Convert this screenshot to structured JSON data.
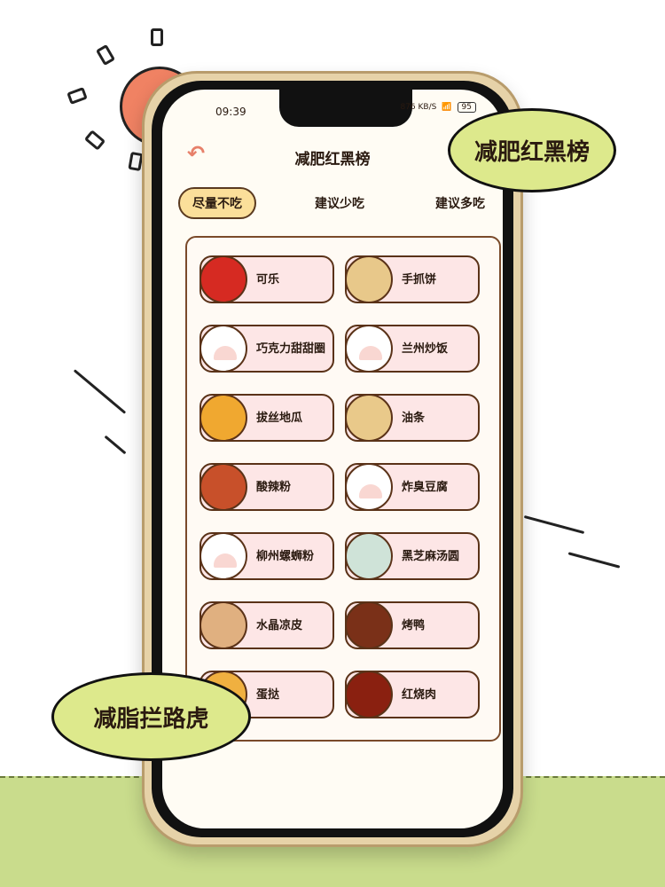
{
  "status_bar": {
    "time": "09:39",
    "network_speed": "876 KB/S",
    "battery": "95"
  },
  "header": {
    "back_icon": "undo-arrow",
    "title": "减肥红黑榜"
  },
  "tabs": [
    {
      "label": "尽量不吃",
      "active": true
    },
    {
      "label": "建议少吃",
      "active": false
    },
    {
      "label": "建议多吃",
      "active": false
    }
  ],
  "foods": [
    {
      "name": "可乐",
      "thumb": "#d62a22"
    },
    {
      "name": "手抓饼",
      "thumb": "#e8c88a"
    },
    {
      "name": "巧克力甜甜圈",
      "thumb": ""
    },
    {
      "name": "兰州炒饭",
      "thumb": ""
    },
    {
      "name": "拔丝地瓜",
      "thumb": "#f0a830"
    },
    {
      "name": "油条",
      "thumb": "#e9c98a"
    },
    {
      "name": "酸辣粉",
      "thumb": "#c8502a"
    },
    {
      "name": "炸臭豆腐",
      "thumb": ""
    },
    {
      "name": "柳州螺蛳粉",
      "thumb": ""
    },
    {
      "name": "黑芝麻汤圆",
      "thumb": "#cfe3d8"
    },
    {
      "name": "水晶凉皮",
      "thumb": "#e0b080"
    },
    {
      "name": "烤鸭",
      "thumb": "#7a3018"
    },
    {
      "name": "蛋挞",
      "thumb": "#f0b040"
    },
    {
      "name": "红烧肉",
      "thumb": "#8a2010"
    }
  ],
  "bubbles": {
    "top": "减肥红黑榜",
    "bottom": "减脂拦路虎"
  },
  "colors": {
    "bubble": "#dde98c",
    "active_tab": "#fbdf9a",
    "card": "#fde6e6",
    "grass": "#c9dc8c",
    "sun": "#f08263"
  }
}
